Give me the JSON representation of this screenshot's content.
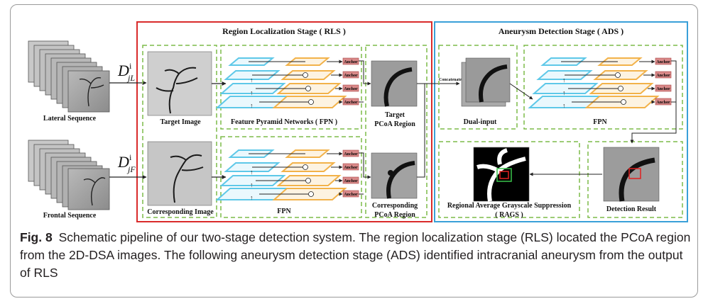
{
  "rls": {
    "title": "Region Localization Stage ( RLS )",
    "color": "#d92b2b"
  },
  "ads": {
    "title": "Aneurysm Detection Stage ( ADS )",
    "color": "#3aa0d8"
  },
  "inputs": {
    "lateral_label": "Lateral Sequence",
    "frontal_label": "Frontal Sequence",
    "lateral_symbol": "D",
    "lateral_sup": "i",
    "lateral_sub": "jL",
    "frontal_symbol": "D",
    "frontal_sup": "i",
    "frontal_sub": "jF"
  },
  "rls_parts": {
    "target_image": "Target Image",
    "corresponding_image": "Corresponding Image",
    "fpn_top": "Feature Pyramid Networks ( FPN )",
    "fpn_bottom": "FPN",
    "target_pcoa_line1": "Target",
    "target_pcoa_line2": "PCoA Region",
    "corr_pcoa_line1": "Corresponding",
    "corr_pcoa_line2": "PCoA Region",
    "anchor": "Anchor"
  },
  "ads_parts": {
    "concatenate": "Concatenate",
    "dual_input": "Dual-input",
    "fpn": "FPN",
    "rags_line1": "Regional Average Grayscale Suppression",
    "rags_line2": "( RAGS )",
    "detection_result": "Detection Result",
    "anchor": "Anchor"
  },
  "colors": {
    "dashed_green": "#7dbb48",
    "fpn_cyan": "#5ec8e8",
    "fpn_orange": "#f2b24a",
    "anchor_fill": "#d98a8a"
  },
  "caption": {
    "fig": "Fig. 8",
    "text": "Schematic pipeline of our two-stage detection system. The region localization stage (RLS) located the PCoA region from the 2D-DSA images. The following aneurysm detection stage (ADS) identified intracranial aneurysm from the output of RLS"
  }
}
